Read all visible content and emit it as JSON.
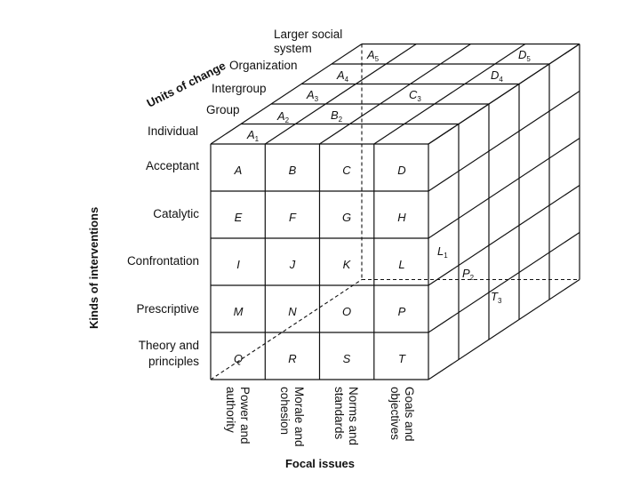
{
  "units_of_change": {
    "title": "Units of change",
    "labels": [
      "Individual",
      "Group",
      "Intergroup",
      "Organization",
      "Larger social",
      "system"
    ]
  },
  "kinds_of_interventions": {
    "title": "Kinds of interventions",
    "labels": [
      "Acceptant",
      "Catalytic",
      "Confrontation",
      "Prescriptive",
      "Theory and",
      "principles"
    ]
  },
  "focal_issues": {
    "title": "Focal issues",
    "labels": [
      [
        "Power and",
        "authority"
      ],
      [
        "Morale and",
        "cohesion"
      ],
      [
        "Norms and",
        "standards"
      ],
      [
        "Goals and",
        "objectives"
      ]
    ]
  },
  "front_cells": [
    "A",
    "B",
    "C",
    "D",
    "E",
    "F",
    "G",
    "H",
    "I",
    "J",
    "K",
    "L",
    "M",
    "N",
    "O",
    "P",
    "Q",
    "R",
    "S",
    "T"
  ],
  "top_cells": [
    {
      "letter": "A",
      "sub": "1"
    },
    {
      "letter": "A",
      "sub": "2"
    },
    {
      "letter": "B",
      "sub": "2"
    },
    {
      "letter": "A",
      "sub": "3"
    },
    {
      "letter": "C",
      "sub": "3"
    },
    {
      "letter": "A",
      "sub": "4"
    },
    {
      "letter": "D",
      "sub": "4"
    },
    {
      "letter": "A",
      "sub": "5"
    },
    {
      "letter": "D",
      "sub": "5"
    }
  ],
  "side_cells": [
    {
      "letter": "L",
      "sub": "1"
    },
    {
      "letter": "P",
      "sub": "2"
    },
    {
      "letter": "T",
      "sub": "3"
    }
  ]
}
